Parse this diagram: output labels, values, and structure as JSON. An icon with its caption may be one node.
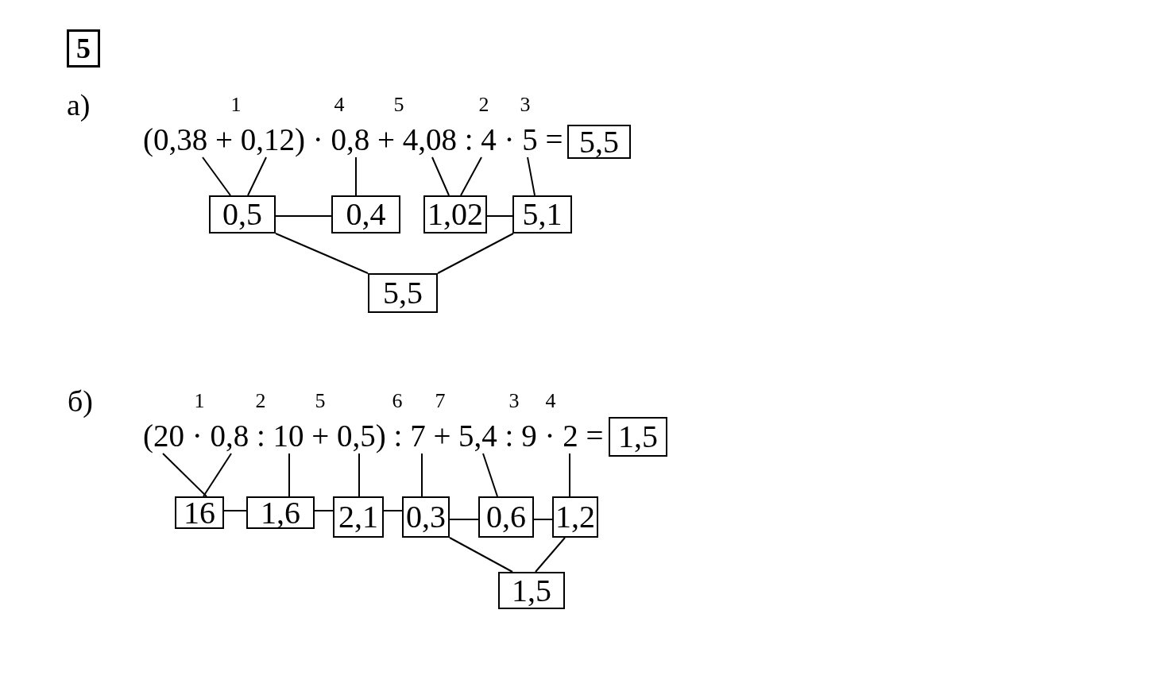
{
  "diagram": {
    "nodes": [
      {
        "text": [
          "5"
        ]
      },
      {
        "text": [
          "(0,38 + 0,12) · 0,8 + 4,08 : 4 · 5 ="
        ]
      },
      {
        "text": [
          "5,5"
        ]
      },
      {
        "text": [
          "0,5"
        ]
      },
      {
        "text": [
          "0,4"
        ]
      },
      {
        "text": [
          "1,02"
        ]
      },
      {
        "text": [
          "5,1"
        ]
      },
      {
        "text": [
          "5,5"
        ]
      },
      {
        "text": [
          "(20 · 0,8 : 10 + 0,5) : 7 + 5,4 : 9 · 2 ="
        ]
      },
      {
        "text": [
          "1,5"
        ]
      },
      {
        "text": [
          "16"
        ]
      },
      {
        "text": [
          "1,6"
        ]
      },
      {
        "text": [
          "2,1"
        ]
      },
      {
        "text": [
          "0,3"
        ]
      },
      {
        "text": [
          "0,6"
        ]
      },
      {
        "text": [
          "1,2"
        ]
      },
      {
        "text": [
          "1,5"
        ]
      }
    ],
    "edges": [
      {
        "from": 1,
        "to": 3,
        "arrow": "none"
      },
      {
        "from": 1,
        "to": 3,
        "arrow": "none"
      },
      {
        "from": 1,
        "to": 4,
        "arrow": "none"
      },
      {
        "from": 1,
        "to": 5,
        "arrow": "none"
      },
      {
        "from": 1,
        "to": 5,
        "arrow": "none"
      },
      {
        "from": 1,
        "to": 6,
        "arrow": "none"
      },
      {
        "from": 3,
        "to": 4,
        "arrow": "none"
      },
      {
        "from": 5,
        "to": 6,
        "arrow": "none"
      },
      {
        "from": 3,
        "to": 7,
        "arrow": "none"
      },
      {
        "from": 6,
        "to": 7,
        "arrow": "none"
      },
      {
        "from": 8,
        "to": 10,
        "arrow": "none"
      },
      {
        "from": 8,
        "to": 10,
        "arrow": "none"
      },
      {
        "from": 8,
        "to": 11,
        "arrow": "none"
      },
      {
        "from": 8,
        "to": 12,
        "arrow": "none"
      },
      {
        "from": 8,
        "to": 13,
        "arrow": "none"
      },
      {
        "from": 8,
        "to": 14,
        "arrow": "none"
      },
      {
        "from": 8,
        "to": 15,
        "arrow": "none"
      },
      {
        "from": 10,
        "to": 11,
        "arrow": "none"
      },
      {
        "from": 11,
        "to": 12,
        "arrow": "none"
      },
      {
        "from": 12,
        "to": 13,
        "arrow": "none"
      },
      {
        "from": 13,
        "to": 14,
        "arrow": "none"
      },
      {
        "from": 14,
        "to": 15,
        "arrow": "none"
      },
      {
        "from": 13,
        "to": 16,
        "arrow": "none"
      },
      {
        "from": 15,
        "to": 16,
        "arrow": "none"
      }
    ],
    "labels": [
      "а)",
      "1",
      "4",
      "5",
      "2",
      "3",
      "б)",
      "1",
      "2",
      "5",
      "6",
      "7",
      "3",
      "4"
    ]
  }
}
